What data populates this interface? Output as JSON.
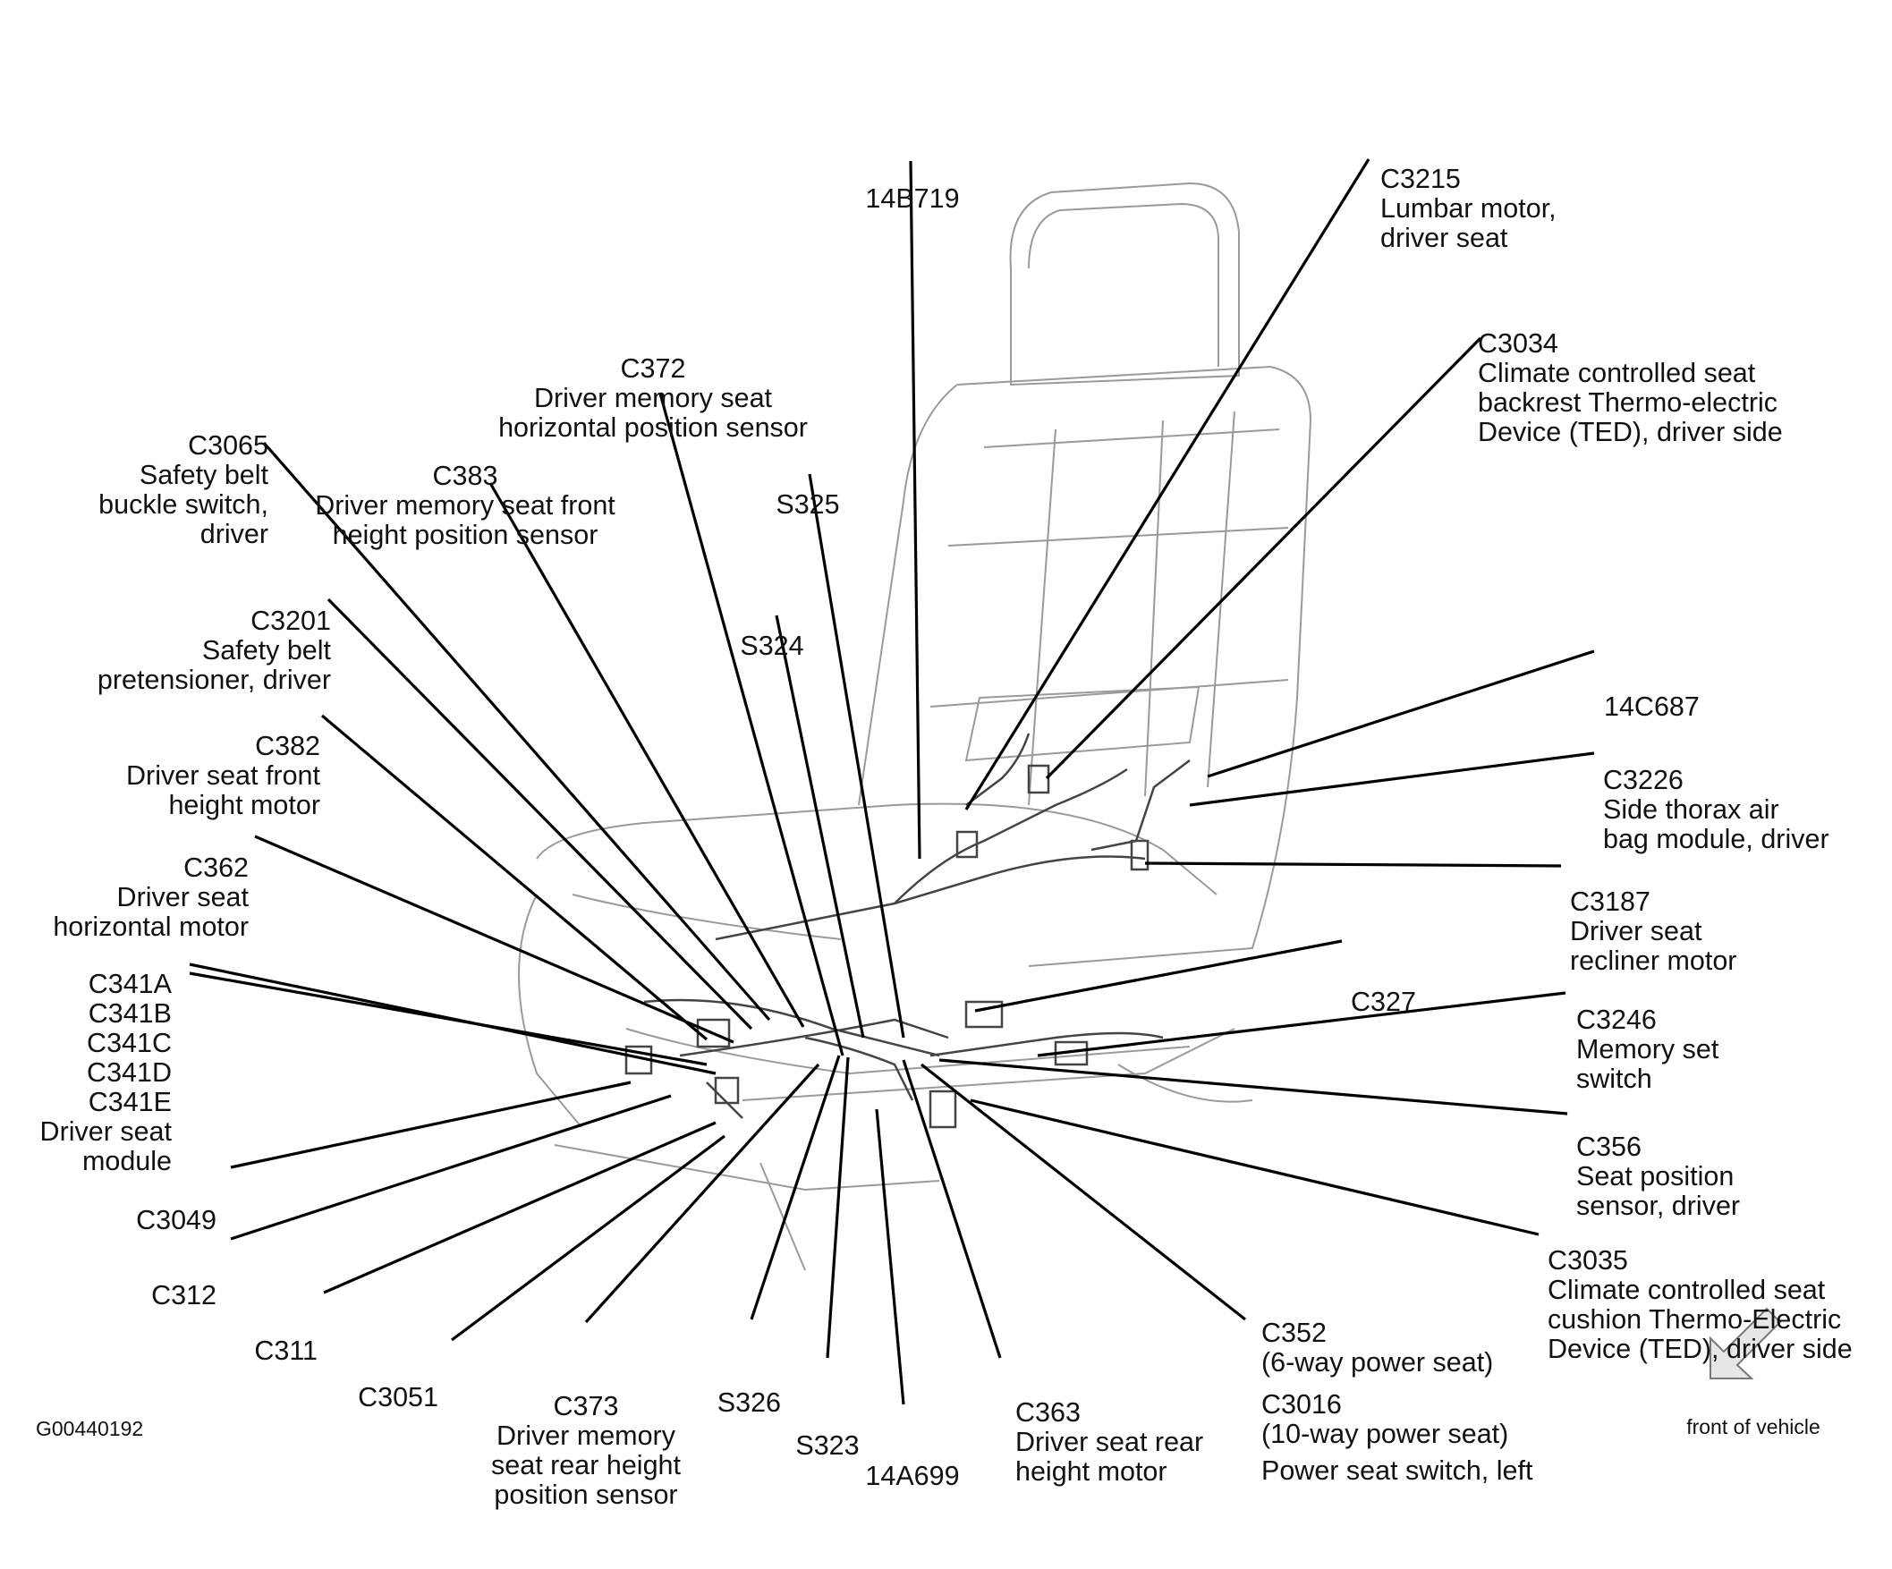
{
  "figure_id": "G00440192",
  "orientation_note": "front of vehicle",
  "labels": {
    "c3215": [
      "C3215",
      "Lumbar motor,",
      "driver seat"
    ],
    "b14b719": [
      "14B719"
    ],
    "c3034": [
      "C3034",
      "Climate controlled seat",
      "backrest Thermo-electric",
      "Device (TED), driver side"
    ],
    "c372": [
      "C372",
      "Driver memory seat",
      "horizontal position sensor"
    ],
    "c3065": [
      "C3065",
      "Safety belt",
      "buckle switch,",
      "driver"
    ],
    "c383": [
      "C383",
      "Driver memory seat front",
      "height position sensor"
    ],
    "s325": [
      "S325"
    ],
    "s324": [
      "S324"
    ],
    "c3201": [
      "C3201",
      "Safety belt",
      "pretensioner, driver"
    ],
    "c14c687": [
      "14C687"
    ],
    "c382": [
      "C382",
      "Driver seat front",
      "height motor"
    ],
    "c3226": [
      "C3226",
      "Side thorax air",
      "bag module, driver"
    ],
    "c362": [
      "C362",
      "Driver seat",
      "horizontal motor"
    ],
    "c3187": [
      "C3187",
      "Driver seat",
      "recliner motor"
    ],
    "c327": [
      "C327"
    ],
    "c341": [
      "C341A",
      "C341B",
      "C341C",
      "C341D",
      "C341E",
      "Driver seat",
      "module"
    ],
    "c3246": [
      "C3246",
      "Memory set",
      "switch"
    ],
    "c356": [
      "C356",
      "Seat position",
      "sensor, driver"
    ],
    "c3049": [
      "C3049"
    ],
    "c3035": [
      "C3035",
      "Climate controlled seat",
      "cushion Thermo-Electric",
      "Device (TED), driver side"
    ],
    "c312": [
      "C312"
    ],
    "c311": [
      "C311"
    ],
    "c352": [
      "C352",
      "(6-way power seat)"
    ],
    "c3051": [
      "C3051"
    ],
    "c373": [
      "C373",
      "Driver memory",
      "seat rear height",
      "position sensor"
    ],
    "s326": [
      "S326"
    ],
    "c3016": [
      "C3016",
      "(10-way power seat)"
    ],
    "s323": [
      "S323"
    ],
    "c363": [
      "C363",
      "Driver seat rear",
      "height motor"
    ],
    "power_seat_switch": [
      "Power seat switch, left"
    ],
    "a14a699": [
      "14A699"
    ]
  }
}
